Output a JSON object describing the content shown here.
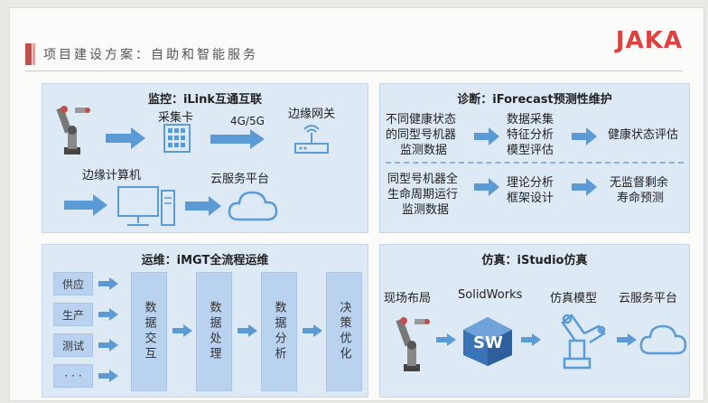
{
  "header": {
    "title": "项目建设方案：自助和智能服务",
    "logo": "JAKA"
  },
  "monitor": {
    "title": "监控：iLink互通互联",
    "collector": "采集卡",
    "network": "4G/5G",
    "gateway": "边缘网关",
    "edge_computer": "边缘计算机",
    "cloud": "云服务平台"
  },
  "diagnose": {
    "title": "诊断：iForecast预测性维护",
    "row1": {
      "src_red": "不同健康状态",
      "src_line2": "的同型号机器",
      "src_line3": "监测数据",
      "mid_line1": "数据采集",
      "mid_line2": "特征分析",
      "mid_line3": "模型评估",
      "out": "健康状态评估"
    },
    "row2": {
      "src_line1a": "同型号机器",
      "src_red_a": "全",
      "src_red_b": "生命周期",
      "src_line2b": "运行",
      "src_line3": "监测数据",
      "mid_line1": "理论分析",
      "mid_line2": "框架设计",
      "out_line1": "无监督剩余",
      "out_line2": "寿命预测"
    }
  },
  "ops": {
    "title": "运维：iMGT全流程运维",
    "stages": [
      "供应",
      "生产",
      "测试",
      "· · ·"
    ],
    "columns": [
      "数据交互",
      "数据处理",
      "数据分析",
      "决策优化"
    ]
  },
  "sim": {
    "title": "仿真：iStudio仿真",
    "labels": [
      "现场布局",
      "SolidWorks",
      "仿真模型",
      "云服务平台"
    ],
    "sw_text": "SW"
  },
  "colors": {
    "arrow": "#5b9bd5",
    "panel": "#dde9f5",
    "accent": "#d9423f"
  }
}
